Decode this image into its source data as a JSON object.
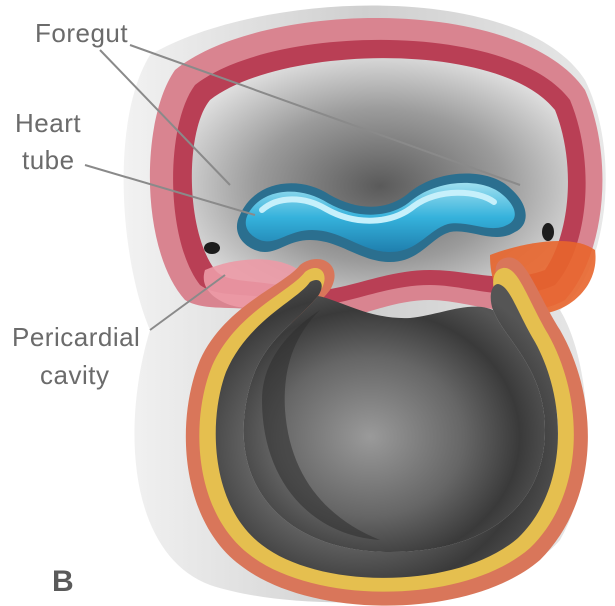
{
  "labels": {
    "foregut": "Foregut",
    "heart_tube_line1": "Heart",
    "heart_tube_line2": "tube",
    "pericardial_line1": "Pericardial",
    "pericardial_line2": "cavity"
  },
  "panel_letter": "B",
  "colors": {
    "pericardium_outer": "#d97a86",
    "pericardium_inner": "#c24a5c",
    "heart_tube_outer": "#2e9fcf",
    "heart_tube_inner": "#7fd0e8",
    "cavity_dark": "#3c3c3c",
    "cavity_light": "#cfcfcf",
    "yolk_rim": "#e0b446",
    "orange_fold": "#e86a2a",
    "leader_line": "#8a8a8a"
  }
}
